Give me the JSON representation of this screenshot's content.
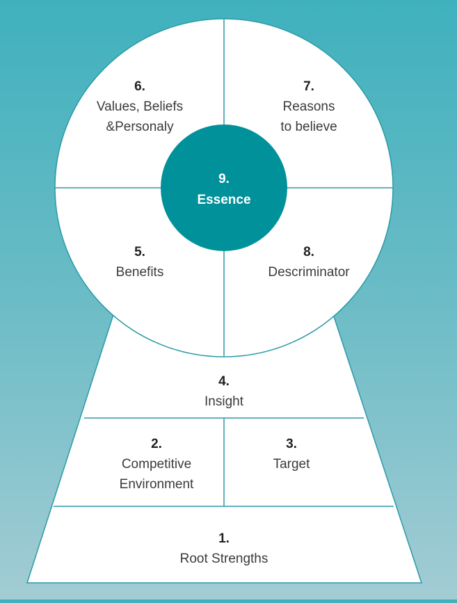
{
  "colors": {
    "accent": "#00919a",
    "line": "#2a9aa6",
    "shape_fill": "#ffffff"
  },
  "sections": {
    "s1": {
      "number": "1.",
      "label": "Root Strengths"
    },
    "s2": {
      "number": "2.",
      "label_line1": "Competitive",
      "label_line2": "Environment"
    },
    "s3": {
      "number": "3.",
      "label": "Target"
    },
    "s4": {
      "number": "4.",
      "label": "Insight"
    },
    "s5": {
      "number": "5.",
      "label": "Benefits"
    },
    "s6": {
      "number": "6.",
      "label_line1": "Values, Beliefs",
      "label_line2": "&Personaly"
    },
    "s7": {
      "number": "7.",
      "label_line1": "Reasons",
      "label_line2": "to believe"
    },
    "s8": {
      "number": "8.",
      "label": "Descriminator"
    },
    "s9": {
      "number": "9.",
      "label": "Essence"
    }
  }
}
